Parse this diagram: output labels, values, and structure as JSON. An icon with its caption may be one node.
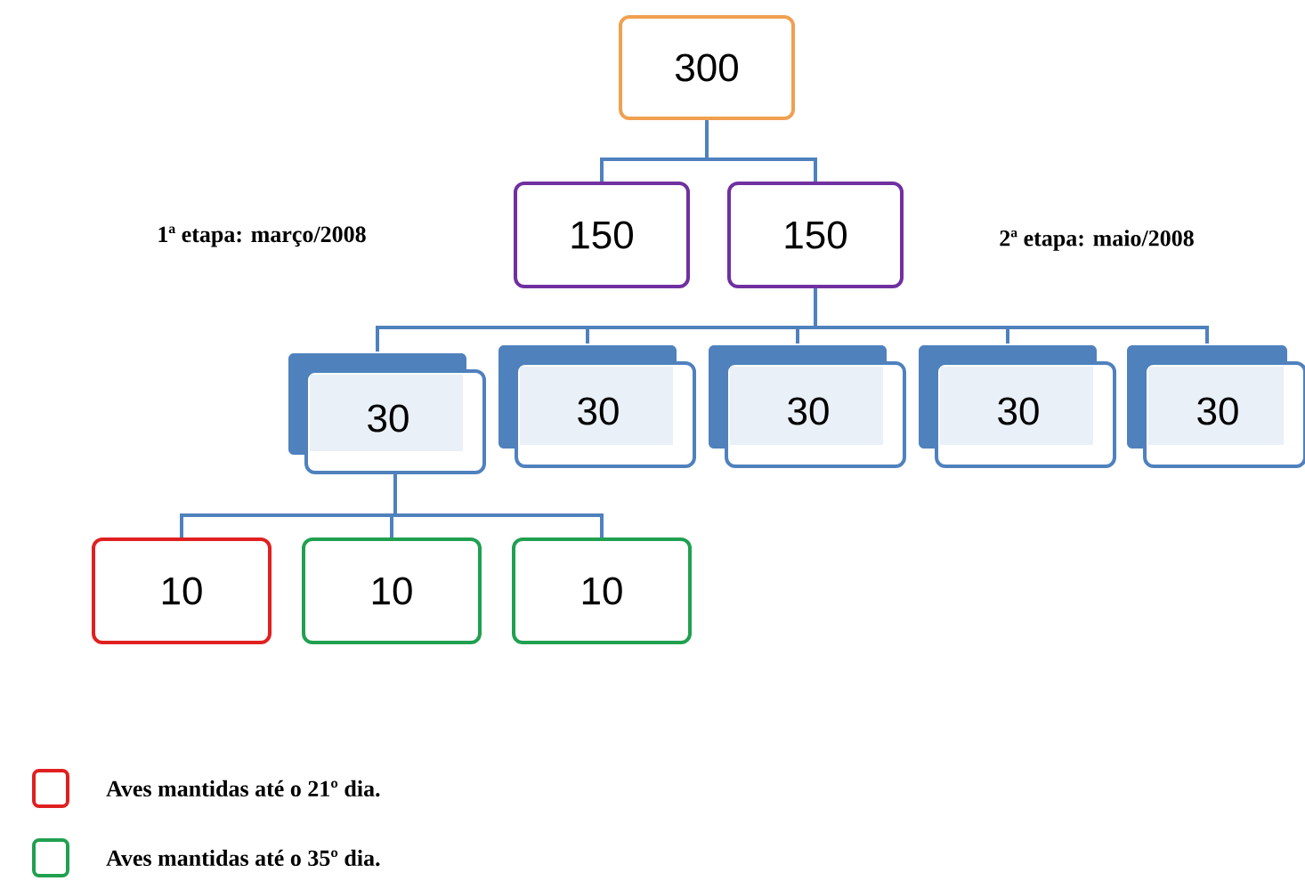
{
  "diagram": {
    "nodes": [
      {
        "text": [
          "300"
        ]
      },
      {
        "text": [
          "150"
        ]
      },
      {
        "text": [
          "150"
        ]
      },
      {
        "text": [
          "30"
        ]
      },
      {
        "text": [
          "30"
        ]
      },
      {
        "text": [
          "30"
        ]
      },
      {
        "text": [
          "30"
        ]
      },
      {
        "text": [
          "30"
        ]
      },
      {
        "text": [
          "10"
        ]
      },
      {
        "text": [
          "10"
        ]
      },
      {
        "text": [
          "10"
        ]
      }
    ],
    "edges": [
      {
        "from": 0,
        "to": 1,
        "arrow": "none"
      },
      {
        "from": 0,
        "to": 2,
        "arrow": "none"
      },
      {
        "from": 2,
        "to": 3,
        "arrow": "none"
      },
      {
        "from": 2,
        "to": 4,
        "arrow": "none"
      },
      {
        "from": 2,
        "to": 5,
        "arrow": "none"
      },
      {
        "from": 2,
        "to": 6,
        "arrow": "none"
      },
      {
        "from": 2,
        "to": 7,
        "arrow": "none"
      },
      {
        "from": 3,
        "to": 8,
        "arrow": "none"
      },
      {
        "from": 3,
        "to": 9,
        "arrow": "none"
      },
      {
        "from": 3,
        "to": 10,
        "arrow": "none"
      }
    ],
    "labels": [
      "1ª etapa: março/2008",
      "2ª etapa: maio/2008"
    ],
    "legend": [
      {
        "text": "Aves mantidas até o 21º dia.",
        "color": "#e02020"
      },
      {
        "text": "Aves mantidas até o 35º dia.",
        "color": "#20a050"
      }
    ]
  }
}
